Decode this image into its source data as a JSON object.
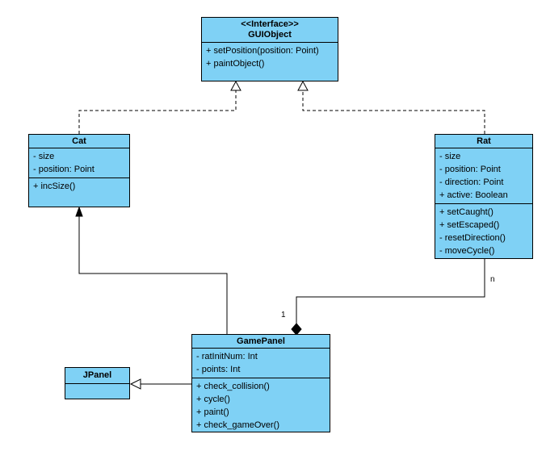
{
  "classes": {
    "guiobject": {
      "stereotype": "<<Interface>>",
      "name": "GUIObject",
      "attributes": [],
      "operations": [
        "+ setPosition(position: Point)",
        "+ paintObject()"
      ]
    },
    "cat": {
      "name": "Cat",
      "attributes": [
        "- size",
        "- position: Point"
      ],
      "operations": [
        "+ incSize()"
      ]
    },
    "rat": {
      "name": "Rat",
      "attributes": [
        "- size",
        "- position: Point",
        "- direction: Point",
        "+ active: Boolean"
      ],
      "operations": [
        "+ setCaught()",
        "+ setEscaped()",
        "- resetDirection()",
        "- moveCycle()"
      ]
    },
    "gamepanel": {
      "name": "GamePanel",
      "attributes": [
        "- ratInitNum: Int",
        "- points: Int"
      ],
      "operations": [
        "+ check_collision()",
        "+ cycle()",
        "+ paint()",
        "+ check_gameOver()"
      ]
    },
    "jpanel": {
      "name": "JPanel"
    }
  },
  "multiplicities": {
    "rat_end": "n",
    "gamepanel_end": "1"
  }
}
